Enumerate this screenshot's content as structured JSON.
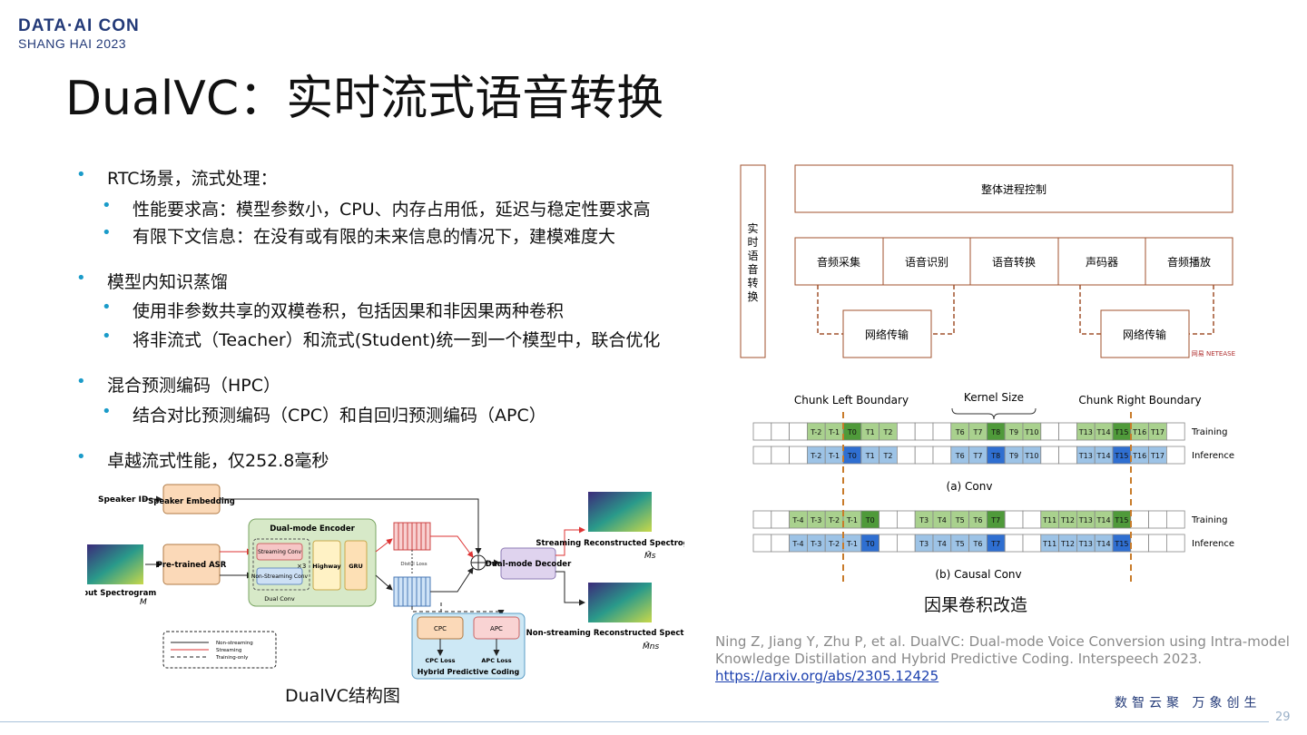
{
  "header": {
    "logo_line1": "DATA·AI CON",
    "logo_line2": "SHANG HAI 2023",
    "title": "DualVC：实时流式语音转换"
  },
  "bullets": [
    {
      "level": 1,
      "text": "RTC场景，流式处理："
    },
    {
      "level": 2,
      "text": "性能要求高：模型参数小，CPU、内存占用低，延迟与稳定性要求高"
    },
    {
      "level": 2,
      "text": "有限下文信息：在没有或有限的未来信息的情况下，建模难度大"
    },
    {
      "level": 1,
      "text": "模型内知识蒸馏"
    },
    {
      "level": 2,
      "text": "使用非参数共享的双模卷积，包括因果和非因果两种卷积"
    },
    {
      "level": 2,
      "text": "将非流式（Teacher）和流式(Student)统一到一个模型中，联合优化"
    },
    {
      "level": 1,
      "text": "混合预测编码（HPC）"
    },
    {
      "level": 2,
      "text": "结合对比预测编码（CPC）和自回归预测编码（APC）"
    },
    {
      "level": 1,
      "text": "卓越流式性能，仅252.8毫秒"
    }
  ],
  "pipeline": {
    "side_label": "实时语音转换",
    "top_box": "整体进程控制",
    "stages": [
      "音频采集",
      "语音识别",
      "语音转换",
      "声码器",
      "音频播放"
    ],
    "network": [
      "网络传输",
      "网络传输"
    ],
    "brand": "网易 NETEASE"
  },
  "conv": {
    "labels": {
      "left_boundary": "Chunk Left Boundary",
      "kernel": "Kernel Size",
      "right_boundary": "Chunk Right Boundary"
    },
    "row_labels": {
      "training": "Training",
      "inference": "Inference"
    },
    "captions": {
      "a": "(a) Conv",
      "b": "(b) Causal Conv"
    },
    "caption_main": "因果卷积改造",
    "conv_cells": [
      [
        "",
        "",
        "",
        "T-2",
        "T-1",
        "T0",
        "T1",
        "T2",
        "",
        "",
        "",
        "T6",
        "T7",
        "T8",
        "T9",
        "T10",
        "",
        "",
        "T13",
        "T14",
        "T15",
        "T16",
        "T17",
        ""
      ]
    ],
    "causal_cells": [
      [
        "",
        "",
        "T-4",
        "T-3",
        "T-2",
        "T-1",
        "T0",
        "",
        "",
        "T3",
        "T4",
        "T5",
        "T6",
        "T7",
        "",
        "",
        "T11",
        "T12",
        "T13",
        "T14",
        "T15",
        "",
        "",
        ""
      ]
    ]
  },
  "arch": {
    "caption": "DualVC结构图",
    "speaker_id": "Speaker ID",
    "speaker_embedding": "Speaker Embedding",
    "input": "Input Spectrogram",
    "input_sym": "M",
    "asr": "Pre-trained ASR",
    "encoder": "Dual-mode Encoder",
    "streaming_conv": "Streaming Conv",
    "non_streaming_conv": "Non-Streaming Conv",
    "dual_conv": "Dual Conv",
    "x3": "×3",
    "highway": "Highway",
    "gru": "GRU",
    "distill": "Distill Loss",
    "decoder": "Dual-mode Decoder",
    "cpc": "CPC",
    "apc": "APC",
    "cpc_loss": "CPC Loss",
    "apc_loss": "APC Loss",
    "hpc": "Hybrid Predictive Coding",
    "stream_out": "Streaming Reconstructed Spectrogram",
    "stream_sym": "M̂s",
    "nonstream_out": "Non-streaming Reconstructed Spectrogram",
    "nonstream_sym": "M̂ns",
    "legend": [
      "Non-streaming",
      "Streaming",
      "Training-only"
    ]
  },
  "reference": {
    "text": "Ning Z, Jiang Y, Zhu P, et al. DualVC: Dual-mode Voice Conversion using Intra-model Knowledge Distillation and Hybrid Predictive Coding. Interspeech 2023.",
    "link": "https://arxiv.org/abs/2305.12425"
  },
  "footer": {
    "slogan": "数智云聚  万象创生",
    "page": "29"
  },
  "colors": {
    "accent": "#1a9bc9",
    "brand": "#233a78",
    "pipeline_line": "#a0522d",
    "green": "#a9d18e",
    "green_dark": "#4f9a3a",
    "blue": "#9dc3e6",
    "blue_dark": "#2f6fd1",
    "boundary": "#c87b2a"
  }
}
